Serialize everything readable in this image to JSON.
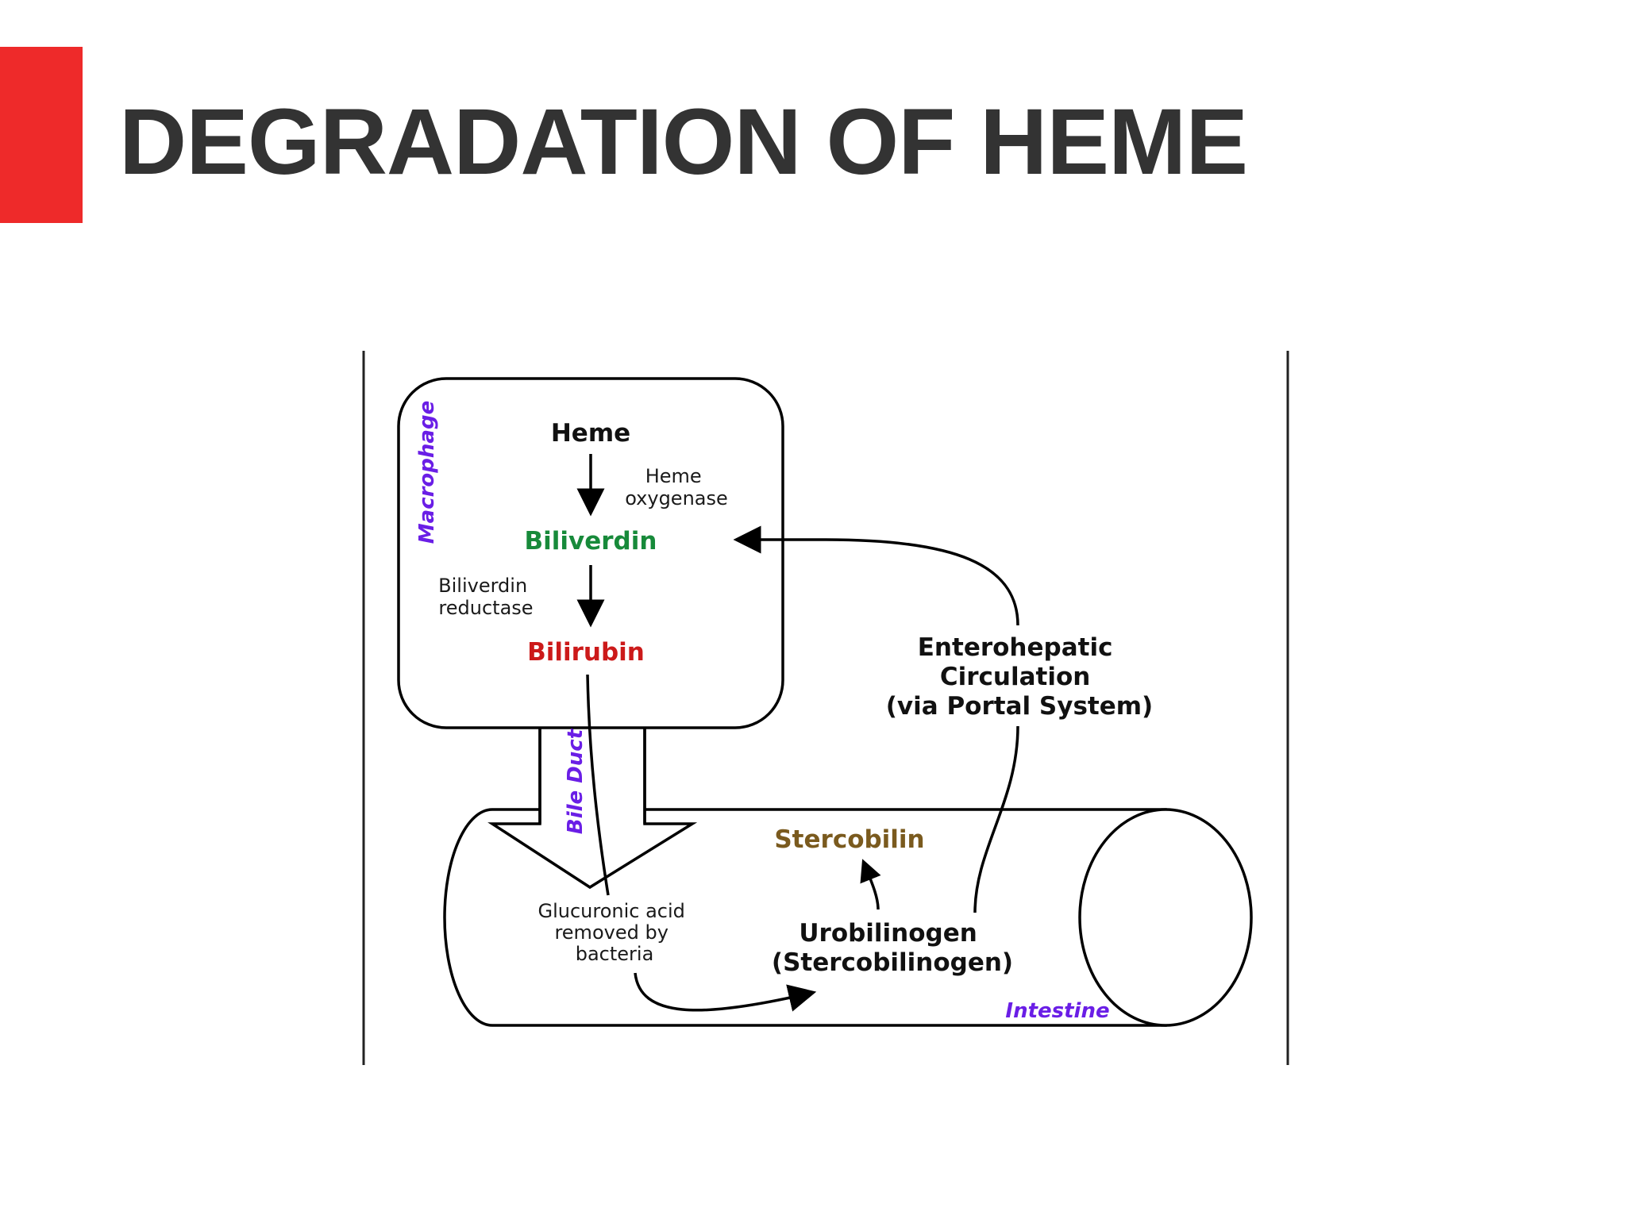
{
  "slide": {
    "title": "DEGRADATION OF HEME",
    "accent_color": "#ee2a2a",
    "title_color": "#333333"
  },
  "diagram": {
    "macrophage_label": "Macrophage",
    "bile_duct_label": "Bile Duct",
    "intestine_label": "Intestine",
    "heme": "Heme",
    "heme_oxygenase": [
      "Heme",
      "oxygenase"
    ],
    "biliverdin": "Biliverdin",
    "biliverdin_reductase": [
      "Biliverdin",
      "reductase"
    ],
    "bilirubin": "Bilirubin",
    "enterohepatic": [
      "Enterohepatic",
      "Circulation",
      "(via Portal System)"
    ],
    "stercobilin": "Stercobilin",
    "glucuronic": [
      "Glucuronic acid",
      "removed by",
      "bacteria"
    ],
    "urobilinogen": [
      "Urobilinogen",
      "(Stercobilinogen)"
    ],
    "colors": {
      "compartment_label": "#6a1ee6",
      "biliverdin": "#178a3a",
      "bilirubin": "#cc1a1a",
      "stercobilin": "#7a5a1e"
    }
  }
}
